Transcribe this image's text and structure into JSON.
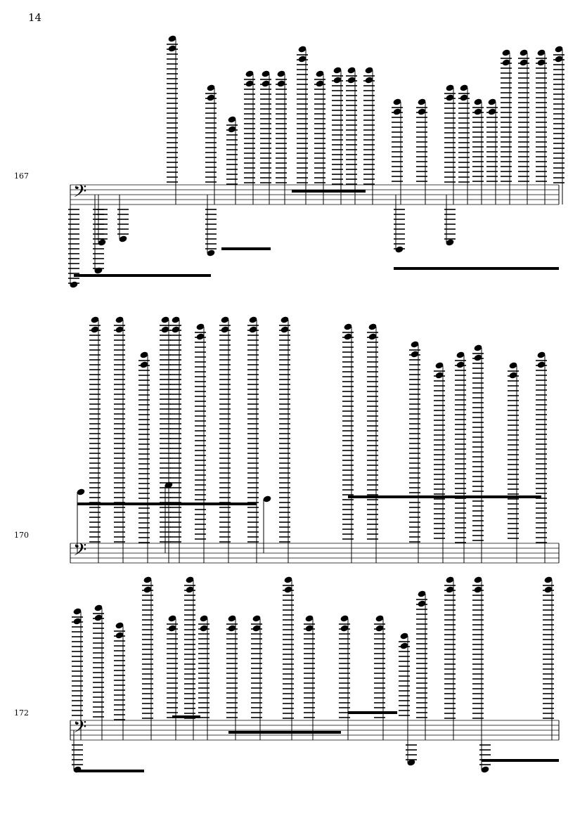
{
  "page_number": "14",
  "systems": [
    {
      "measure_number": "167",
      "clef": "bass"
    },
    {
      "measure_number": "170",
      "clef": "bass"
    },
    {
      "measure_number": "172",
      "clef": "bass"
    }
  ]
}
